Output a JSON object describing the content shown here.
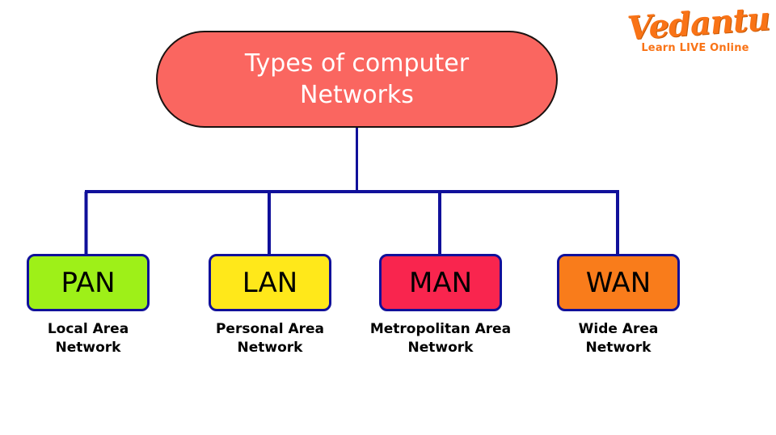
{
  "logo": {
    "wordmark": "Vedantu",
    "tagline": "Learn LIVE Online",
    "color": "#F97316"
  },
  "diagram": {
    "type": "hierarchy-tree",
    "connector_color": "#10109A",
    "root": {
      "label": "Types of computer\nNetworks",
      "fill": "#FA6660",
      "border": "#1a1210",
      "text_color": "#FFFFFF"
    },
    "leaves": [
      {
        "abbr": "PAN",
        "caption": "Local Area\nNetwork",
        "fill": "#9EF018",
        "border": "#10109A",
        "text_color": "#000000"
      },
      {
        "abbr": "LAN",
        "caption": "Personal Area\nNetwork",
        "fill": "#FFE81A",
        "border": "#10109A",
        "text_color": "#000000"
      },
      {
        "abbr": "MAN",
        "caption": "Metropolitan Area\nNetwork",
        "fill": "#F9254E",
        "border": "#10109A",
        "text_color": "#000000"
      },
      {
        "abbr": "WAN",
        "caption": "Wide Area\nNetwork",
        "fill": "#F97C1B",
        "border": "#10109A",
        "text_color": "#000000"
      }
    ]
  }
}
